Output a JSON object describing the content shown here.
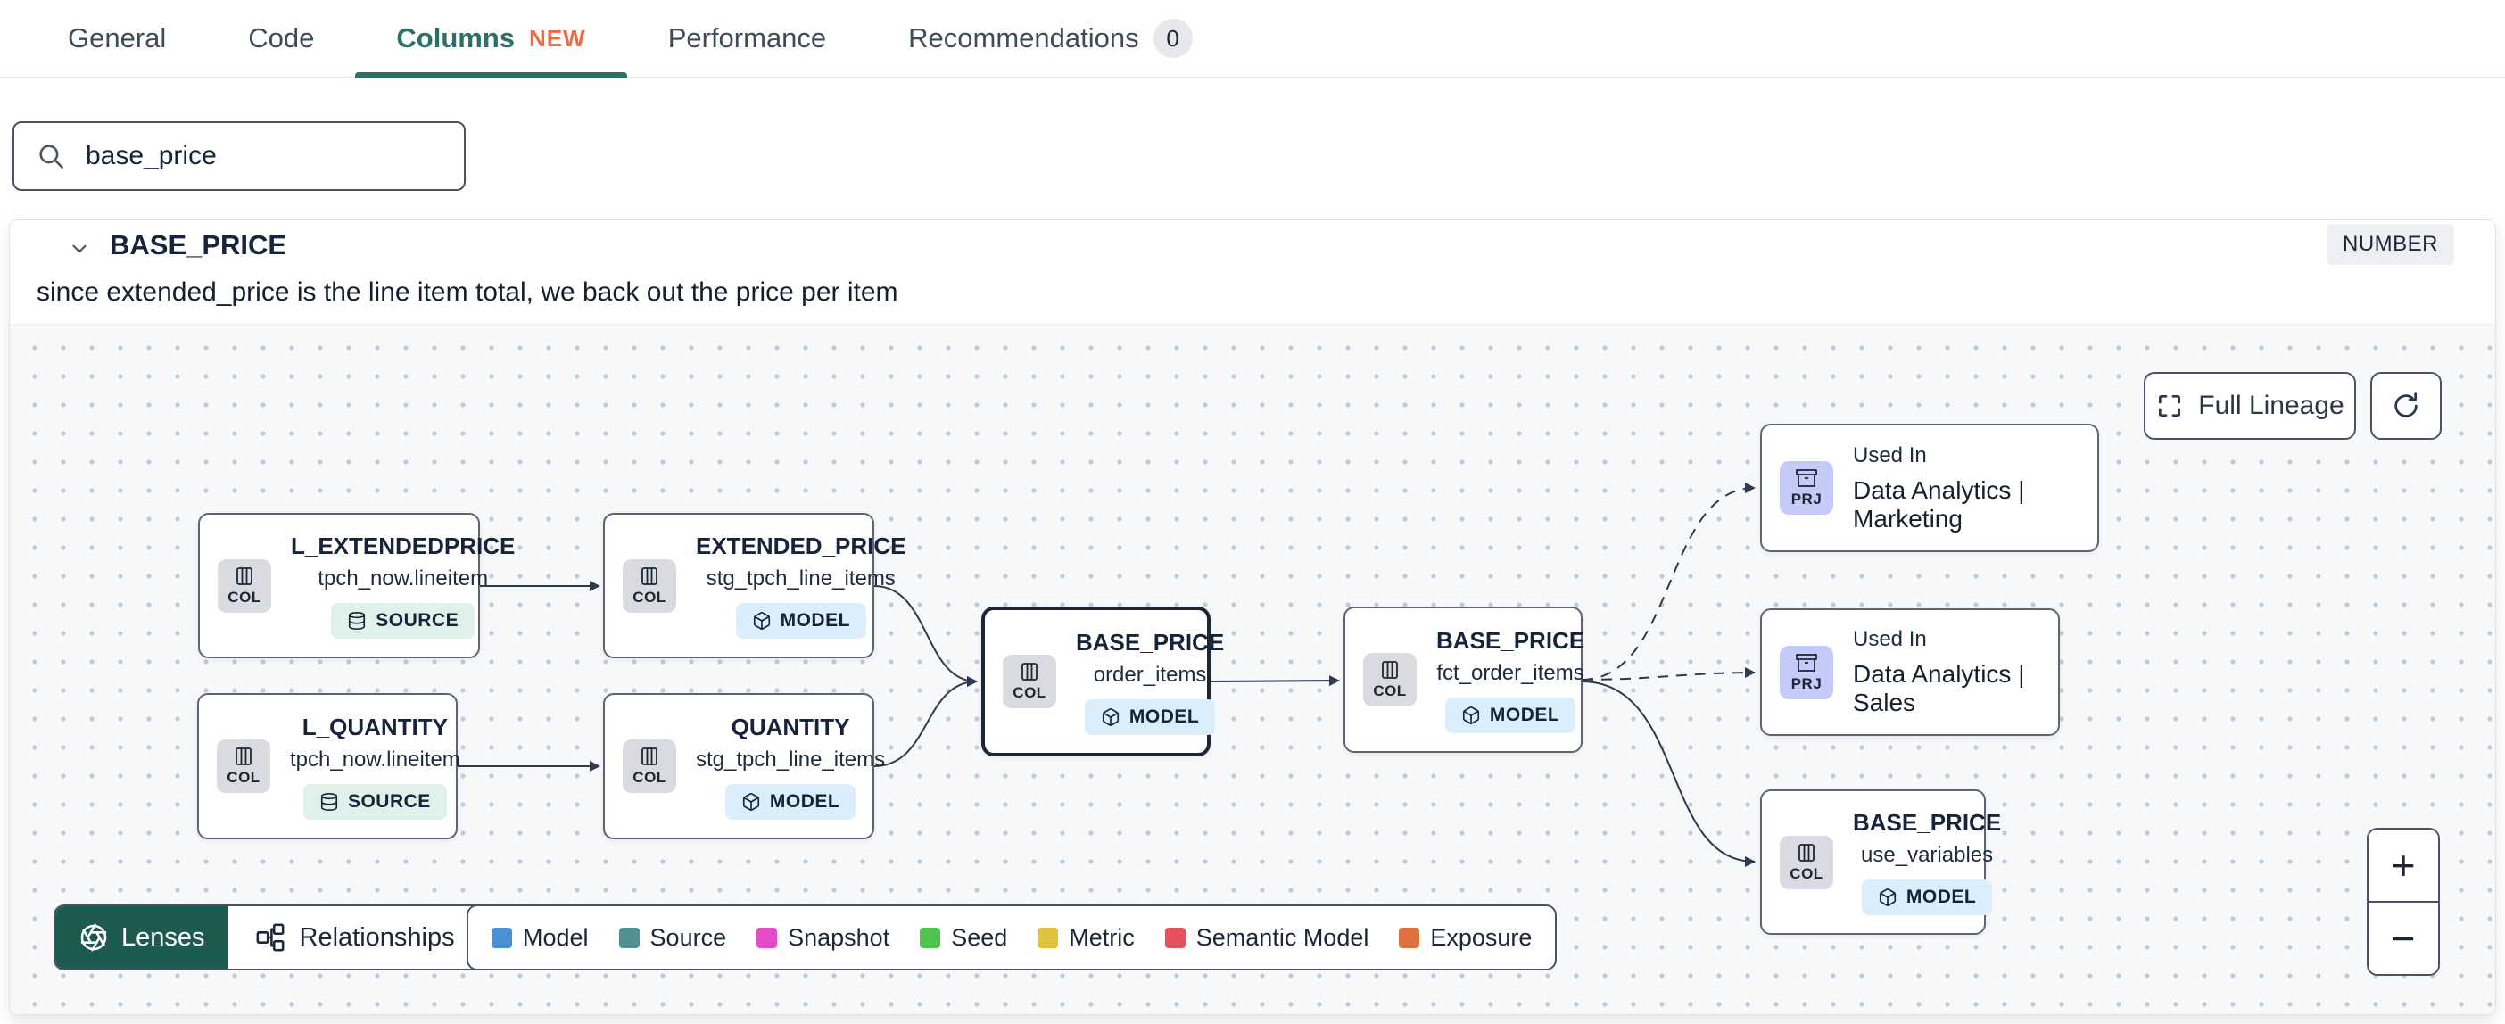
{
  "tabs": {
    "items": [
      {
        "label": "General"
      },
      {
        "label": "Code"
      },
      {
        "label": "Columns",
        "badge": "NEW"
      },
      {
        "label": "Performance"
      },
      {
        "label": "Recommendations",
        "count": "0"
      }
    ]
  },
  "search": {
    "value": "base_price"
  },
  "column": {
    "name": "BASE_PRICE",
    "type": "NUMBER",
    "description": "since extended_price is the line item total, we back out the price per item"
  },
  "lineage": {
    "full_lineage_label": "Full Lineage",
    "nodes": {
      "l_extendedprice": {
        "kind": "COL",
        "title": "L_EXTENDEDPRICE",
        "subtitle": "tpch_now.lineitem",
        "badge": "SOURCE"
      },
      "l_quantity": {
        "kind": "COL",
        "title": "L_QUANTITY",
        "subtitle": "tpch_now.lineitem",
        "badge": "SOURCE"
      },
      "extended_price": {
        "kind": "COL",
        "title": "EXTENDED_PRICE",
        "subtitle": "stg_tpch_line_items",
        "badge": "MODEL"
      },
      "quantity": {
        "kind": "COL",
        "title": "QUANTITY",
        "subtitle": "stg_tpch_line_items",
        "badge": "MODEL"
      },
      "base_price_order_items": {
        "kind": "COL",
        "title": "BASE_PRICE",
        "subtitle": "order_items",
        "badge": "MODEL"
      },
      "base_price_fct_order_items": {
        "kind": "COL",
        "title": "BASE_PRICE",
        "subtitle": "fct_order_items",
        "badge": "MODEL"
      },
      "used_in_marketing": {
        "kind": "PRJ",
        "used_in": "Used In",
        "name": "Data Analytics | Marketing"
      },
      "used_in_sales": {
        "kind": "PRJ",
        "used_in": "Used In",
        "name": "Data Analytics | Sales"
      },
      "base_price_use_variables": {
        "kind": "COL",
        "title": "BASE_PRICE",
        "subtitle": "use_variables",
        "badge": "MODEL"
      }
    },
    "toolbar": {
      "lenses": "Lenses",
      "relationships": "Relationships"
    },
    "legend": [
      {
        "label": "Model",
        "color": "#4a90d5"
      },
      {
        "label": "Source",
        "color": "#53918f"
      },
      {
        "label": "Snapshot",
        "color": "#e44ec4"
      },
      {
        "label": "Seed",
        "color": "#4fc44f"
      },
      {
        "label": "Metric",
        "color": "#dfc23e"
      },
      {
        "label": "Semantic Model",
        "color": "#e4525e"
      },
      {
        "label": "Exposure",
        "color": "#dd7240"
      }
    ],
    "zoom_controls": {
      "zoom_in": "+",
      "zoom_out": "−"
    }
  },
  "colors": {
    "brand_teal": "#2c6f66",
    "lenses_teal": "#1d5b50",
    "new_badge_orange": "#ed6a45",
    "model_badge_bg": "#dcedfb",
    "source_badge_bg": "#def2ea",
    "prj_chip_bg": "#c5cbf8",
    "col_chip_bg": "#d9dbe0"
  }
}
